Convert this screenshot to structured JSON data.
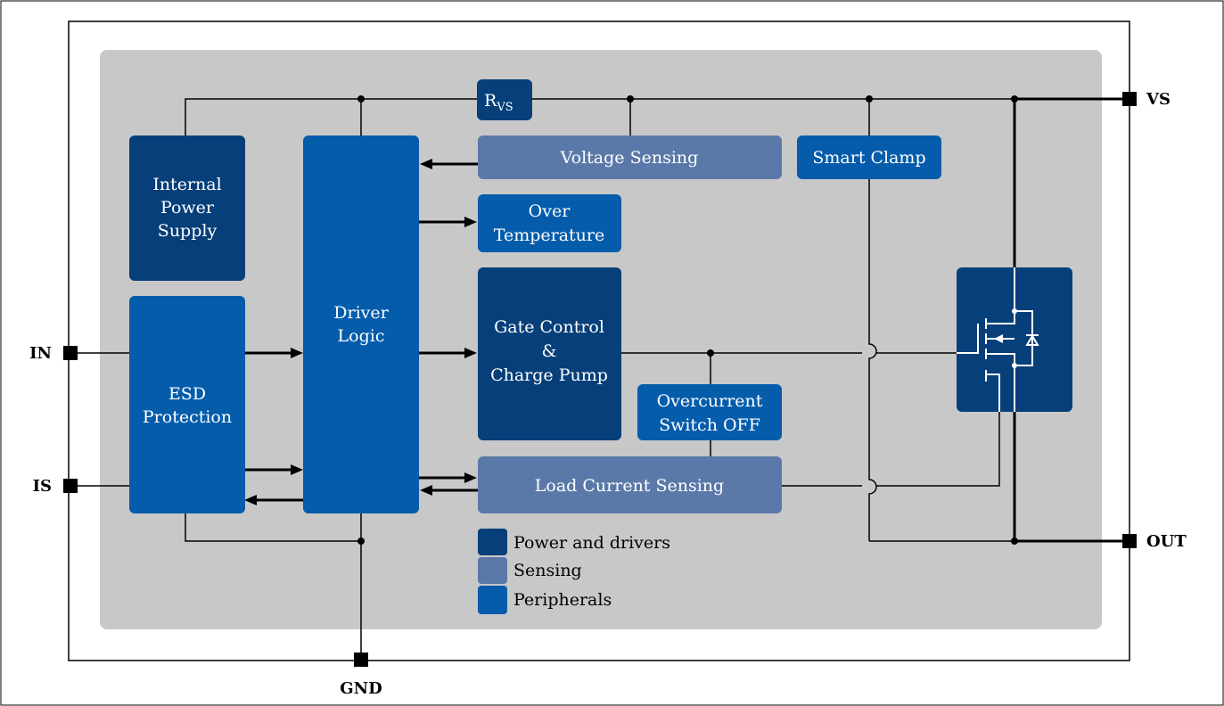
{
  "colors": {
    "power": "#063f79",
    "sensing": "#5b79a8",
    "peripheral": "#045cab",
    "panel": "#c8c8c8"
  },
  "blocks": {
    "internal_power_supply": [
      "Internal",
      "Power",
      "Supply"
    ],
    "esd_protection": [
      "ESD",
      "Protection"
    ],
    "driver_logic": [
      "Driver",
      "Logic"
    ],
    "voltage_sensing": "Voltage Sensing",
    "smart_clamp": "Smart Clamp",
    "over_temperature": [
      "Over",
      "Temperature"
    ],
    "gate_control": [
      "Gate Control",
      "&",
      "Charge Pump"
    ],
    "overcurrent": [
      "Overcurrent",
      "Switch OFF"
    ],
    "load_current_sensing": "Load Current Sensing",
    "rvs": {
      "main": "R",
      "sub": "VS"
    }
  },
  "pins": {
    "in": "IN",
    "is": "IS",
    "gnd": "GND",
    "vs": "VS",
    "out": "OUT"
  },
  "legend": [
    {
      "label": "Power and drivers",
      "color": "#063f79"
    },
    {
      "label": "Sensing",
      "color": "#5b79a8"
    },
    {
      "label": "Peripherals",
      "color": "#045cab"
    }
  ]
}
